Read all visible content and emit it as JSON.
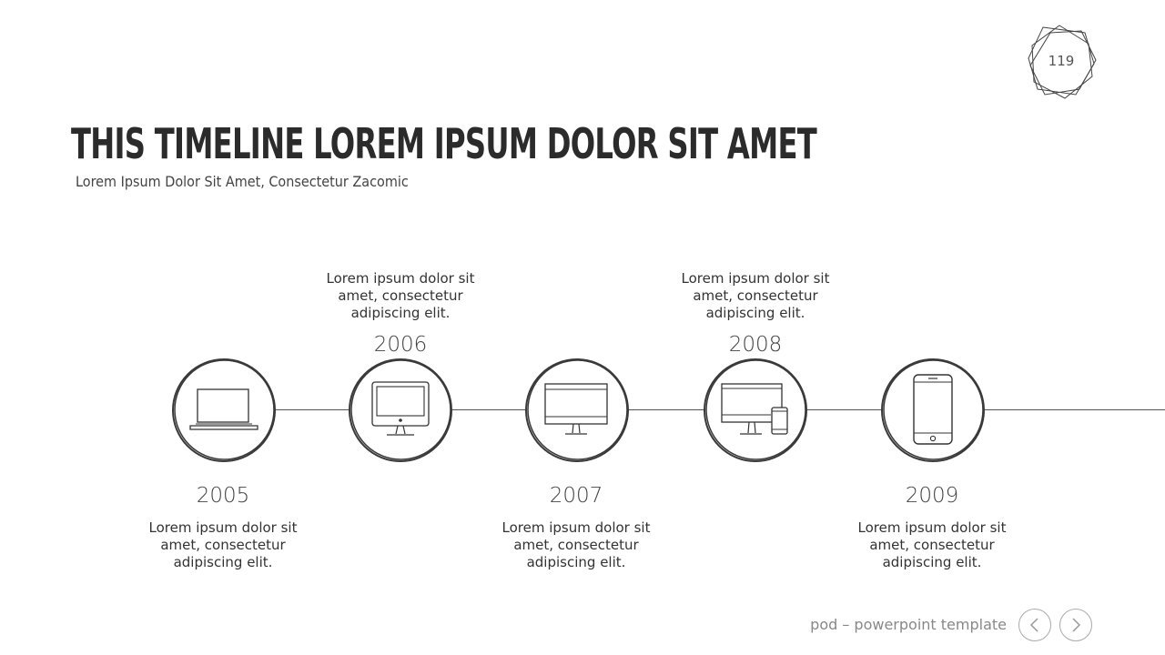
{
  "slide": {
    "page_number": "119",
    "title": "THIS TIMELINE LOREM IPSUM DOLOR SIT AMET",
    "subtitle": "Lorem Ipsum Dolor Sit Amet, Consectetur Zacomic"
  },
  "timeline": [
    {
      "year": "2005",
      "icon": "laptop-icon",
      "lines": [
        "Lorem ipsum dolor sit",
        "amet, consectetur",
        "adipiscing elit."
      ]
    },
    {
      "year": "2006",
      "icon": "monitor-icon",
      "lines": [
        "Lorem ipsum dolor sit",
        "amet, consectetur",
        "adipiscing elit."
      ]
    },
    {
      "year": "2007",
      "icon": "widescreen-monitor-icon",
      "lines": [
        "Lorem ipsum dolor sit",
        "amet, consectetur",
        "adipiscing elit."
      ]
    },
    {
      "year": "2008",
      "icon": "monitor-and-phone-icon",
      "lines": [
        "Lorem ipsum dolor sit",
        "amet, consectetur",
        "adipiscing elit."
      ]
    },
    {
      "year": "2009",
      "icon": "smartphone-icon",
      "lines": [
        "Lorem ipsum dolor sit",
        "amet, consectetur",
        "adipiscing elit."
      ]
    }
  ],
  "footer": {
    "text": "pod – powerpoint template",
    "prev_icon": "chevron-left-icon",
    "next_icon": "chevron-right-icon"
  },
  "colors": {
    "ink": "#333333",
    "ring": "#3a3a3a",
    "muted": "#888888"
  }
}
